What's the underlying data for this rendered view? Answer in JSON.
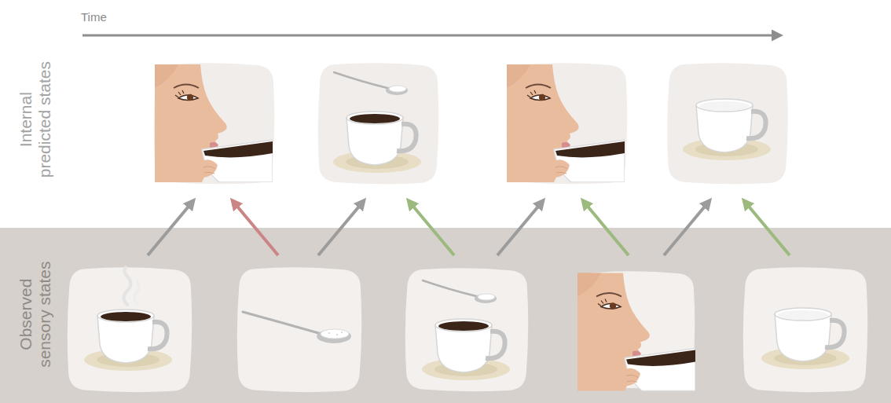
{
  "diagram": {
    "nodes": [
      {
        "text": [
          "Observed sensory states"
        ]
      }
    ],
    "labels": [
      "Time",
      "Internal predicted states"
    ]
  }
}
